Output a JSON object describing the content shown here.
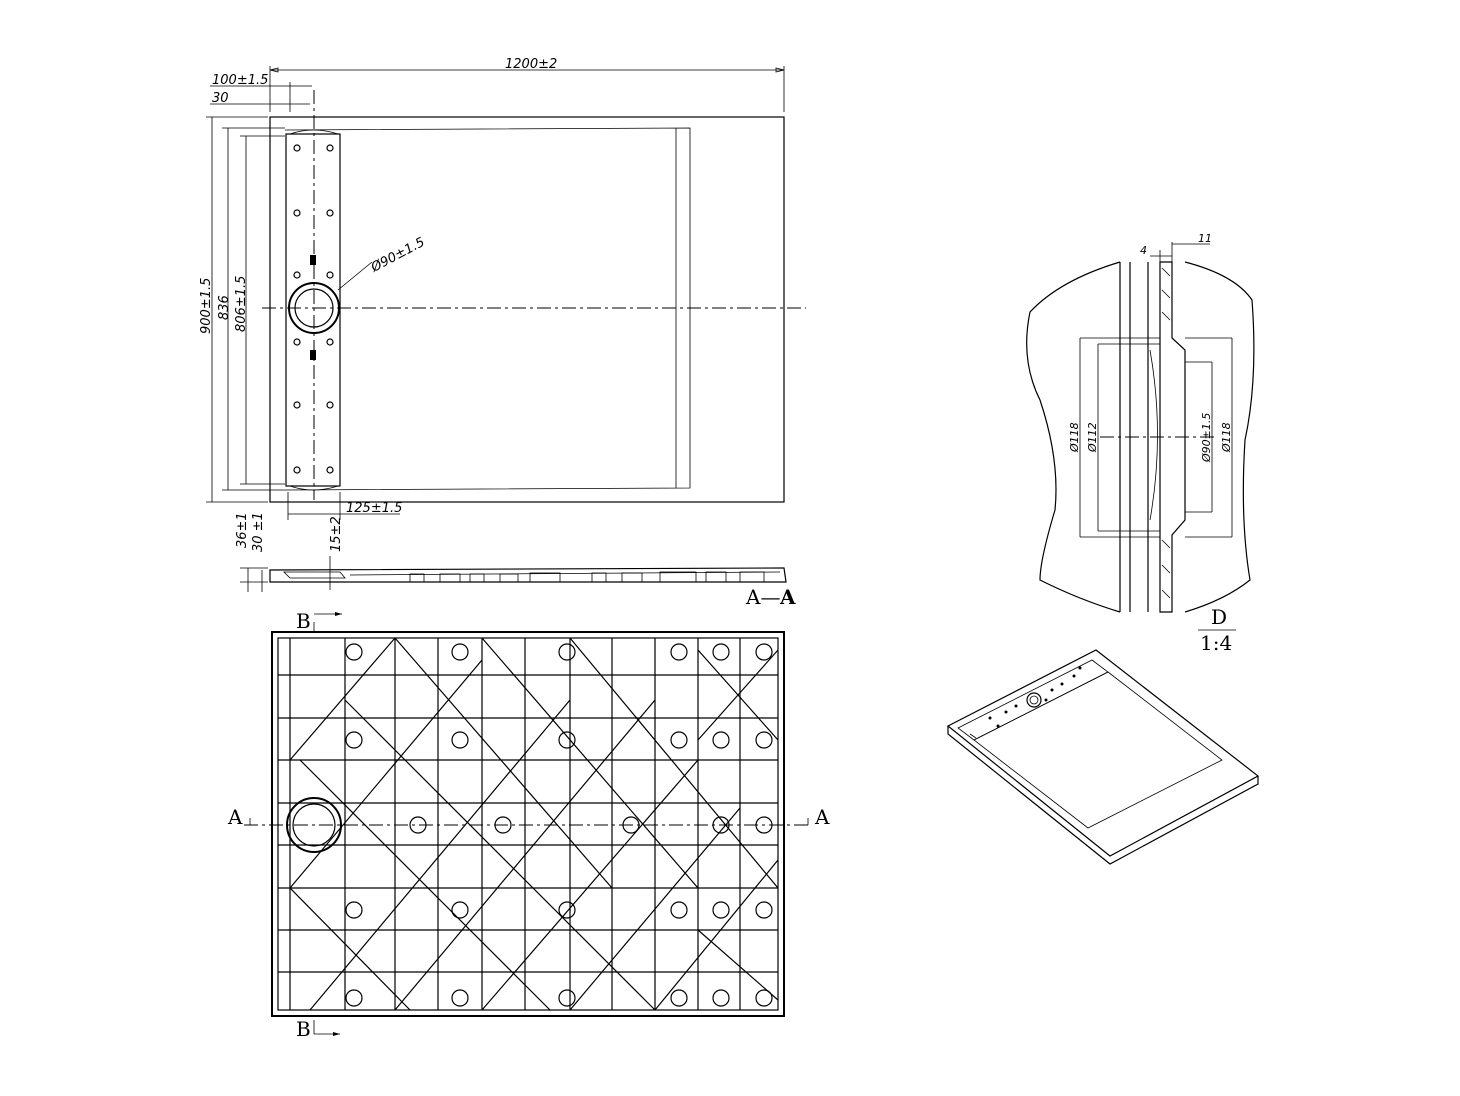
{
  "top_view": {
    "dim_width": "1200±2",
    "dim_edge": "100±1.5",
    "dim_offset": "30",
    "dim_height": "900±1.5",
    "dim_836": "836",
    "dim_806": "806±1.5",
    "dim_drain": "Ø90±1.5",
    "dim_channel": "125±1.5"
  },
  "side_view": {
    "dim_36": "36±1",
    "dim_30": "30 ±1",
    "dim_15": "15±2",
    "section_label_a": "A—",
    "section_label_b": "A"
  },
  "bottom_view": {
    "label_b_top": "B",
    "label_b_bottom": "B",
    "label_a_left": "A",
    "label_a_right": "A"
  },
  "detail_view": {
    "dim_4": "4",
    "dim_11": "11",
    "dim_118_left": "Ø118",
    "dim_112": "Ø112",
    "dim_90": "Ø90±1.5",
    "dim_118_right": "Ø118",
    "detail_label": "D",
    "scale_label": "1:4"
  }
}
